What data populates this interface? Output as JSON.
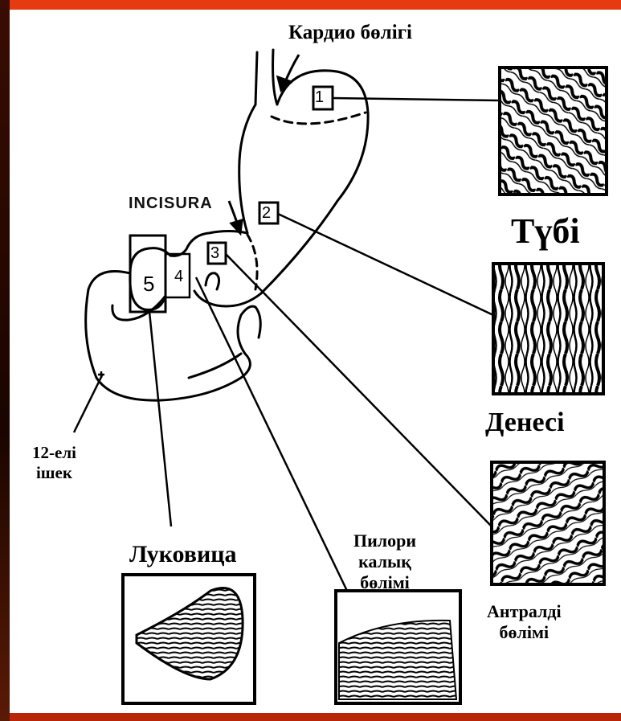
{
  "labels": {
    "kardio": "Кардио бөлігі",
    "tubi": "Түбі",
    "denesi": "Денесі",
    "ishek_line1": "12-елі",
    "ishek_line2": "ішек",
    "lukovitsa": "Луковица",
    "pilori_line1": "Пилори",
    "pilori_line2": "калық",
    "pilori_line3": "бөлімі",
    "antral_line1": "Антралді",
    "antral_line2": "бөлімі",
    "incisura": "INCISURA"
  },
  "region_numbers": {
    "r1": "1",
    "r2": "2",
    "r3": "3",
    "r4": "4",
    "r5": "5"
  },
  "colors": {
    "frame": "#d9300a",
    "ink": "#000000",
    "paper": "#ffffff"
  },
  "icons": {
    "fundus_mucosa": "mucosa-folds-image",
    "body_mucosa": "longitudinal-folds-image",
    "antral_mucosa": "wavy-folds-image",
    "bulb_mucosa": "bulb-folds-image",
    "pyloric_mucosa": "pyloric-folds-image"
  }
}
